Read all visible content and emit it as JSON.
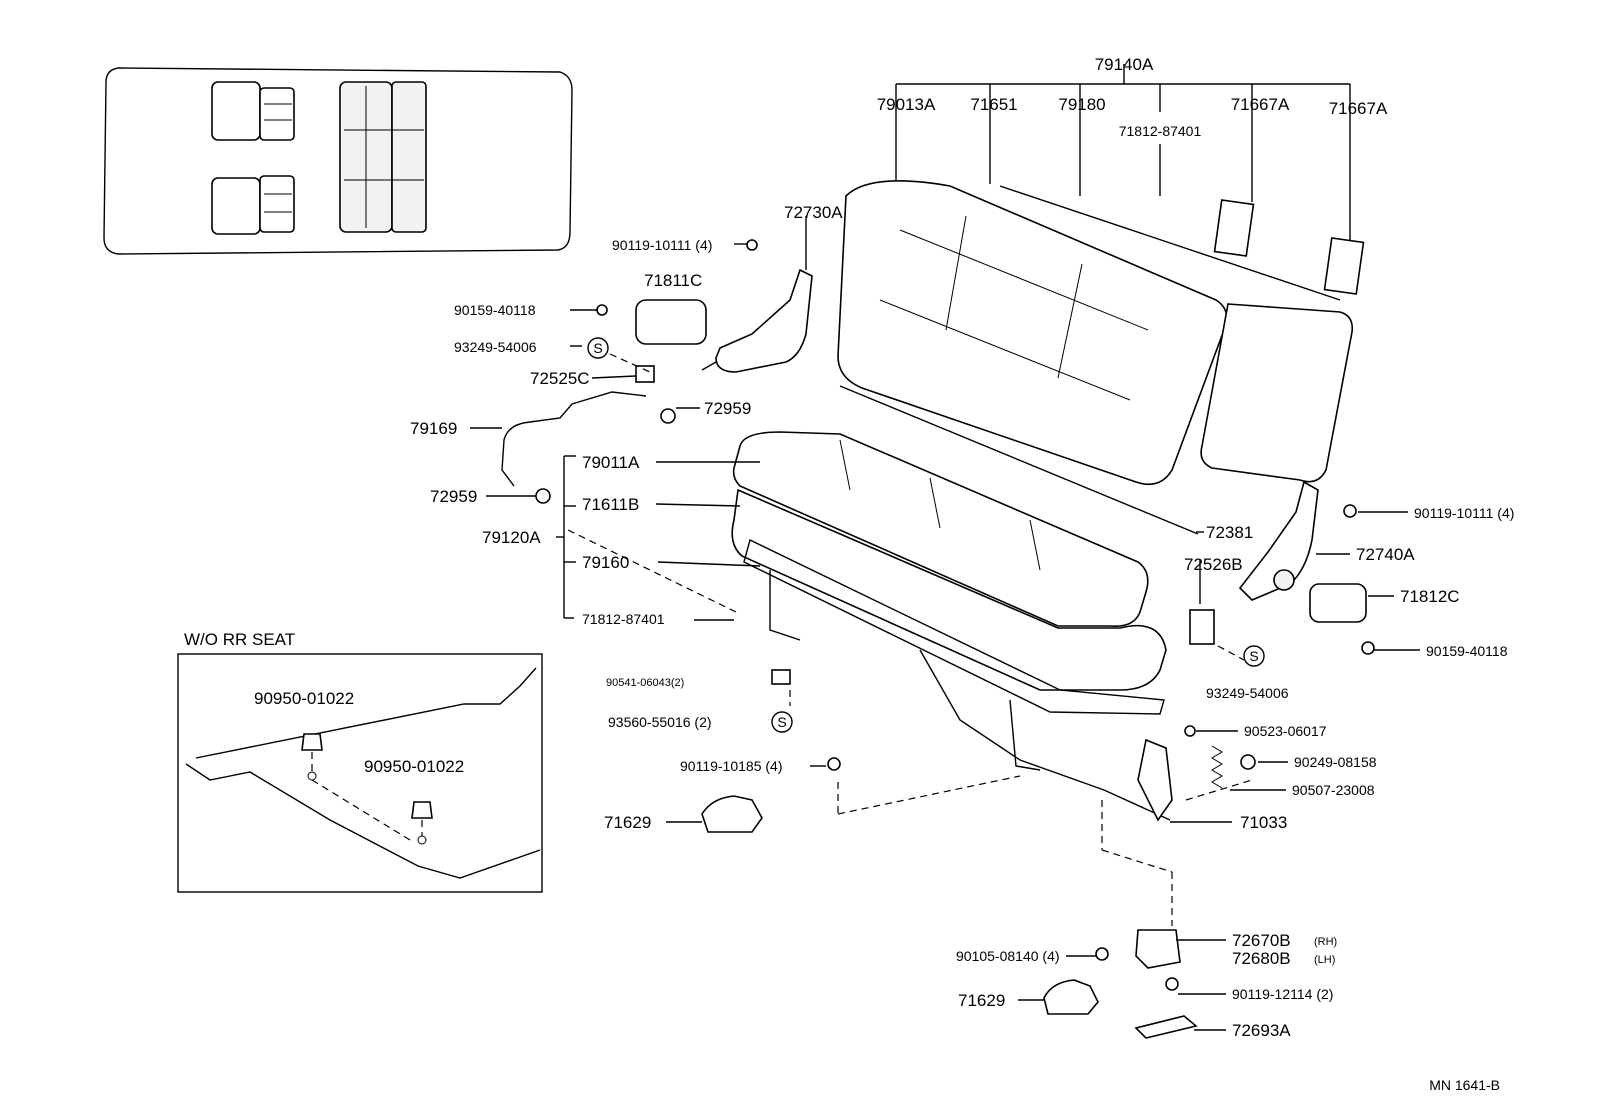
{
  "diagram_id": "MN 1641-B",
  "inset_title": "W/O RR SEAT",
  "labels": {
    "p79140A": "79140A",
    "p79013A": "79013A",
    "p71651": "71651",
    "p79180": "79180",
    "p71812_87401_top": "71812-87401",
    "p71667A_1": "71667A",
    "p71667A_2": "71667A",
    "p72730A": "72730A",
    "p90119_10111_l": "90119-10111 (4)",
    "p71811C": "71811C",
    "p90159_40118_l": "90159-40118",
    "p93249_54006_l": "93249-54006",
    "p72525C": "72525C",
    "p72959_a": "72959",
    "p79169": "79169",
    "p79011A": "79011A",
    "p72959_b": "72959",
    "p71611B": "71611B",
    "p79120A": "79120A",
    "p79160": "79160",
    "p71812_87401_l": "71812-87401",
    "p72381": "72381",
    "p90119_10111_r": "90119-10111 (4)",
    "p72526B": "72526B",
    "p72740A": "72740A",
    "p71812C": "71812C",
    "p90159_40118_r": "90159-40118",
    "p93249_54006_r": "93249-54006",
    "p90541_06043": "90541-06043(2)",
    "p93560_55016": "93560-55016 (2)",
    "p90523_06017": "90523-06017",
    "p90249_08158": "90249-08158",
    "p90119_10185": "90119-10185 (4)",
    "p90507_23008": "90507-23008",
    "p71629_a": "71629",
    "p71033": "71033",
    "p72670B": "72670B",
    "p72670B_side": "(RH)",
    "p72680B": "72680B",
    "p72680B_side": "(LH)",
    "p90105_08140": "90105-08140 (4)",
    "p71629_b": "71629",
    "p90119_12114": "90119-12114 (2)",
    "p72693A": "72693A",
    "p90950_01022_a": "90950-01022",
    "p90950_01022_b": "90950-01022",
    "s_left": "S",
    "s_right": "S",
    "s_bottom": "S"
  }
}
